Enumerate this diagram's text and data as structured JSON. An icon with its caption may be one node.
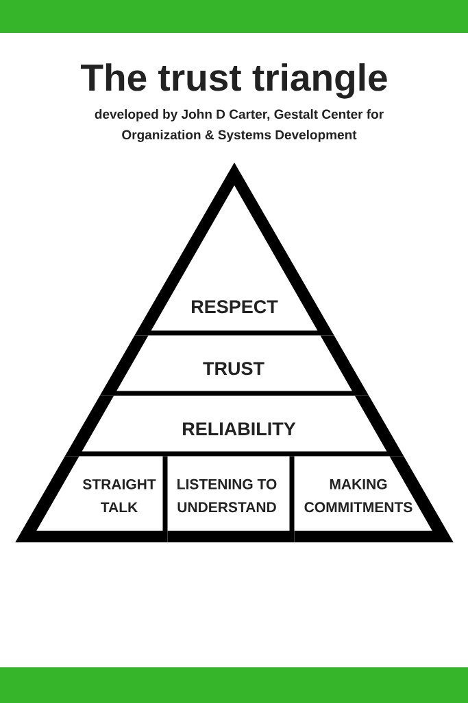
{
  "diagram": {
    "title": "The trust triangle",
    "nodes": [
      {
        "text": [
          "RESPECT"
        ]
      },
      {
        "text": [
          "TRUST"
        ]
      },
      {
        "text": [
          "RELIABILITY"
        ]
      },
      {
        "text": [
          "STRAIGHT TALK"
        ]
      },
      {
        "text": [
          "LISTENING TO UNDERSTAND"
        ]
      },
      {
        "text": [
          "MAKING COMMITMENTS"
        ]
      }
    ],
    "labels": [
      "developed by John D Carter, Gestalt Center for Organization & Systems Development"
    ]
  }
}
